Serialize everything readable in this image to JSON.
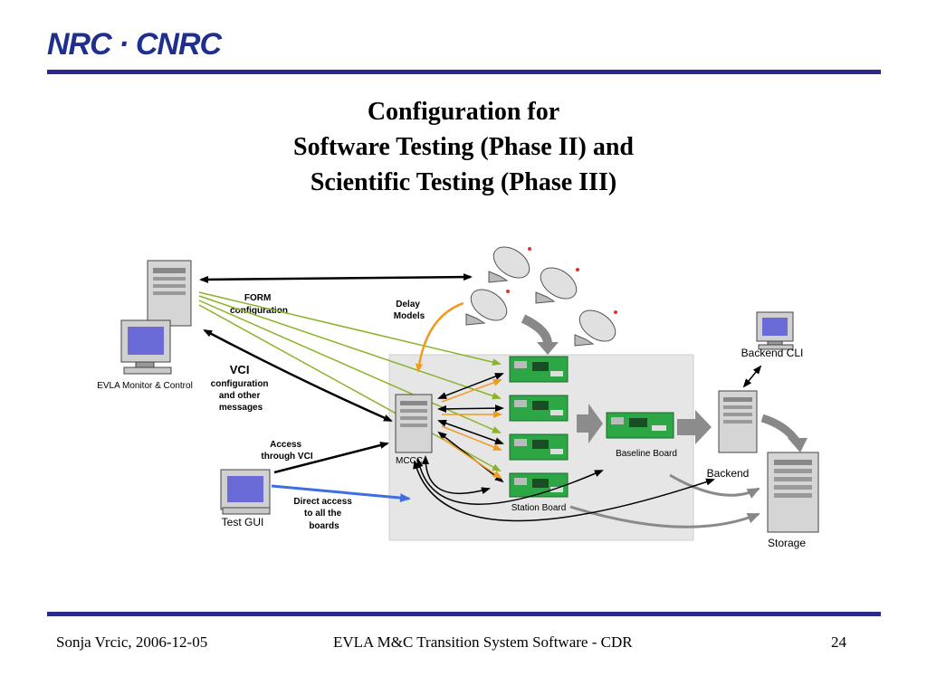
{
  "header": {
    "logo": "NRC · CNRC"
  },
  "title": {
    "line1": "Configuration for",
    "line2": "Software Testing (Phase II)  and",
    "line3": "Scientific Testing (Phase III)"
  },
  "diagram": {
    "evla_monitor": "EVLA Monitor & Control",
    "form_config": [
      "FORM",
      "configuration"
    ],
    "delay_models": [
      "Delay",
      "Models"
    ],
    "vci": [
      "VCI",
      "configuration",
      "and other",
      "messages"
    ],
    "access_vci": [
      "Access",
      "through VCI"
    ],
    "direct_access": [
      "Direct access",
      "to all the",
      "boards"
    ],
    "test_gui": "Test GUI",
    "mccc": "MCCC",
    "station_board": "Station Board",
    "baseline_board": "Baseline Board",
    "backend_cli": "Backend CLI",
    "backend": "Backend",
    "storage": "Storage"
  },
  "footer": {
    "author_date": "Sonja Vrcic, 2006-12-05",
    "presentation": "EVLA M&C Transition System Software - CDR",
    "page": "24"
  }
}
